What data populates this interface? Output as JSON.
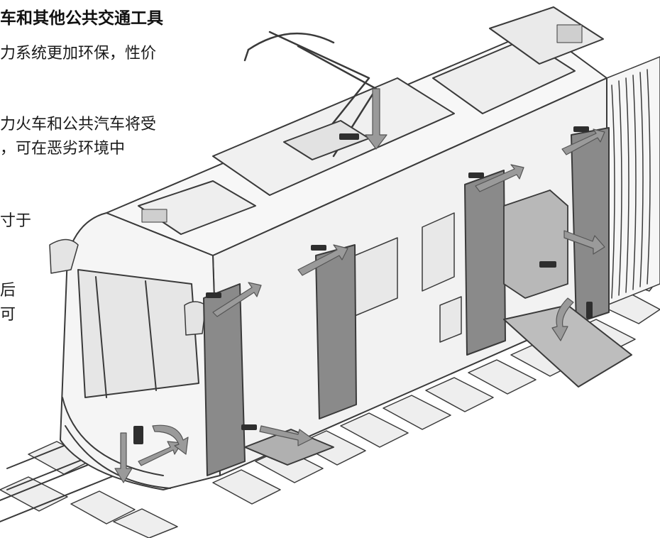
{
  "text": {
    "heading": "车和其他公共交通工具",
    "line_1": "力系统更加环保，性价",
    "line_2": "力火车和公共汽车将受",
    "line_3": "，可在恶劣环境中",
    "line_4": "寸于",
    "line_5": "后",
    "line_6": "可"
  },
  "illustration": {
    "subject": "tram-with-doors-pantograph-and-ramp",
    "colors": {
      "body_fill": "#f4f4f4",
      "outline": "#3a3a3a",
      "door_fill": "#8a8a8a",
      "arrow_fill": "#9a9a9a",
      "sleeper_fill": "#eeeeee",
      "dark_part": "#2e2e2e"
    }
  }
}
